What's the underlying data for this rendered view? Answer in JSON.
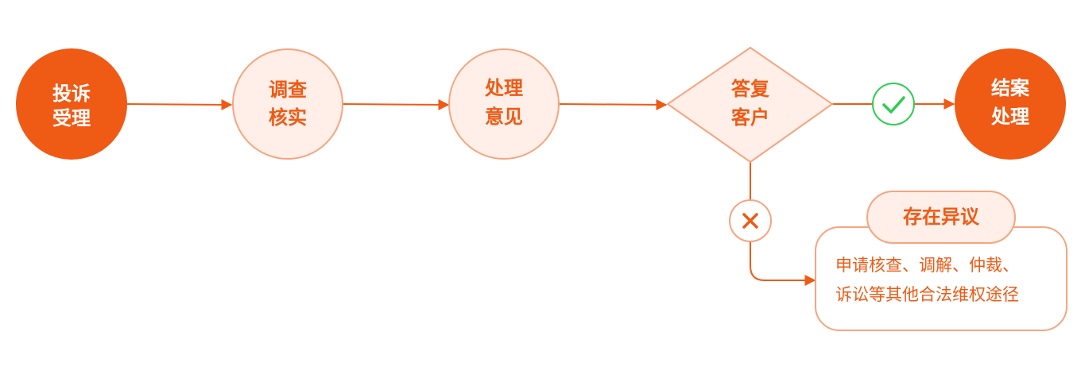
{
  "colors": {
    "primary": "#EF5A15",
    "light_fill": "#FFEFE8",
    "stroke": "#F5A57F",
    "success": "#2ECC52"
  },
  "nodes": {
    "complaint": [
      "投诉",
      "受理"
    ],
    "investigate": [
      "调查",
      "核实"
    ],
    "opinion": [
      "处理",
      "意见"
    ],
    "reply": [
      "答复",
      "客户"
    ],
    "close": [
      "结案",
      "处理"
    ]
  },
  "objection": {
    "title": "存在异议",
    "lines": [
      "申请核查、调解、仲裁、",
      "诉讼等其他合法维权途径"
    ]
  },
  "icons": {
    "yes": "check-icon",
    "no": "cross-icon"
  }
}
